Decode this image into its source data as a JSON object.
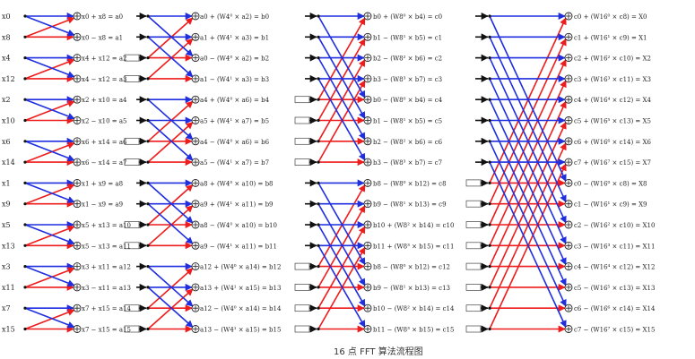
{
  "caption": "16 点 FFT 算法流程图",
  "colors": {
    "blue": "#1f2fe0",
    "red": "#ee1c1c",
    "black": "#111111"
  },
  "inputs": [
    "x0",
    "x8",
    "x4",
    "x12",
    "x2",
    "x10",
    "x6",
    "x14",
    "x1",
    "x9",
    "x5",
    "x13",
    "x3",
    "x11",
    "x7",
    "x15"
  ],
  "stage1_labels": [
    "x0 + x8 = a0",
    "x0 − x8 = a1",
    "x4 + x12 = a2",
    "x4 − x12 = a3",
    "x2 + x10 = a4",
    "x2 − x10 = a5",
    "x6 + x14 = a6",
    "x6 − x14 = a7",
    "x1 + x9 = a8",
    "x1 − x9 = a9",
    "x5 + x13 = a10",
    "x5 − x13 = a11",
    "x3 + x11 = a12",
    "x3 − x11 = a13",
    "x7 + x15 = a14",
    "x7 − x15 = a15"
  ],
  "stage2_labels": [
    "a0 + (W4⁰ × a2) = b0",
    "a1 + (W4¹ × a3) = b1",
    "a0 − (W4⁰ × a2) = b2",
    "a1 − (W4¹ × a3) = b3",
    "a4 + (W4⁰ × a6) = b4",
    "a5 + (W4¹ × a7) = b5",
    "a4 − (W4⁰ × a6) = b6",
    "a5 − (W4¹ × a7) = b7",
    "a8 + (W4⁰ × a10) = b8",
    "a9 + (W4¹ × a11) = b9",
    "a8 − (W4⁰ × a10) = b10",
    "a9 − (W4¹ × a11) = b11",
    "a12 + (W4⁰ × a14) = b12",
    "a13 + (W4¹ × a15) = b13",
    "a12 − (W4⁰ × a14) = b14",
    "a13 − (W4¹ × a15) = b15"
  ],
  "stage3_labels": [
    "b0 + (W8⁰ × b4) = c0",
    "b1 − (W8¹ × b5) = c1",
    "b2 − (W8² × b6) = c2",
    "b3 − (W8³ × b7) = c3",
    "b0 − (W8⁰ × b4) = c4",
    "b1 − (W8¹ × b5) = c5",
    "b2 − (W8² × b6) = c6",
    "b3 − (W8³ × b7) = c7",
    "b8 − (W8⁰ × b12) = c8",
    "b9 − (W8¹ × b13) = c9",
    "b10 + (W8² × b14) = c10",
    "b11 + (W8³ × b15) = c11",
    "b8 − (W8⁰ × b12) = c12",
    "b9 − (W8¹ × b13) = c13",
    "b10 − (W8² × b14) = c14",
    "b11 − (W8³ × b15) = c15"
  ],
  "stage4_labels": [
    "c0 + (W16⁰ × c8) = X0",
    "c1 + (W16¹ × c9) = X1",
    "c2 + (W16² × c10) = X2",
    "c3 + (W16³ × c11) = X3",
    "c4 + (W16⁴ × c12) = X4",
    "c5 + (W16⁵ × c13) = X5",
    "c6 + (W16⁶ × c14) = X6",
    "c7 + (W16⁷ × c15) = X7",
    "c0 − (W16⁰ × c8) = X8",
    "c1 − (W16¹ × c9) = X9",
    "c2 − (W16² × c10) = X10",
    "c3 − (W16³ × c11) = X11",
    "c4 − (W16⁴ × c12) = X12",
    "c5 − (W16⁵ × c13) = X13",
    "c6 − (W16⁶ × c14) = X14",
    "c7 − (W16⁷ × c15) = X15"
  ]
}
